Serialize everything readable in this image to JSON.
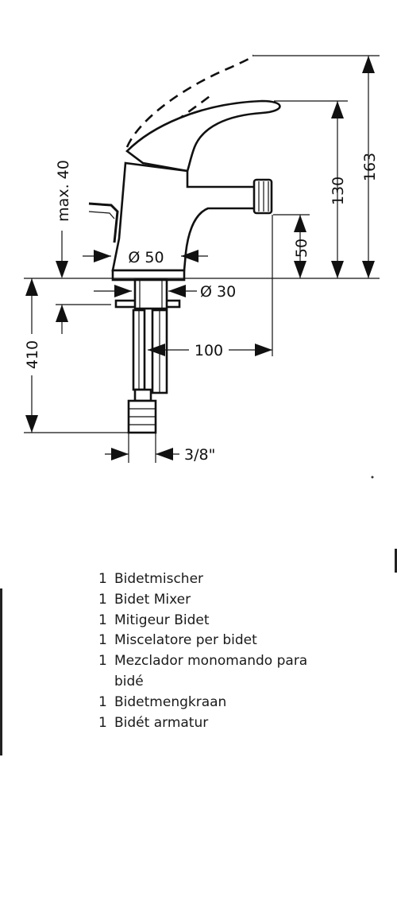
{
  "dimensions": {
    "max_40": "max. 40",
    "h_163": "163",
    "h_130": "130",
    "h_50": "50",
    "d_50": "Ø 50",
    "d_30": "Ø 30",
    "len_410": "410",
    "len_100": "100",
    "thread": "3/8\""
  },
  "products": [
    {
      "qty": "1",
      "name": "Bidetmischer"
    },
    {
      "qty": "1",
      "name": "Bidet Mixer"
    },
    {
      "qty": "1",
      "name": "Mitigeur Bidet"
    },
    {
      "qty": "1",
      "name": "Miscelatore per bidet"
    },
    {
      "qty": "1",
      "name": "Mezclador monomando para bidé"
    },
    {
      "qty": "1",
      "name": "Bidetmengkraan"
    },
    {
      "qty": "1",
      "name": "Bidét armatur"
    }
  ]
}
